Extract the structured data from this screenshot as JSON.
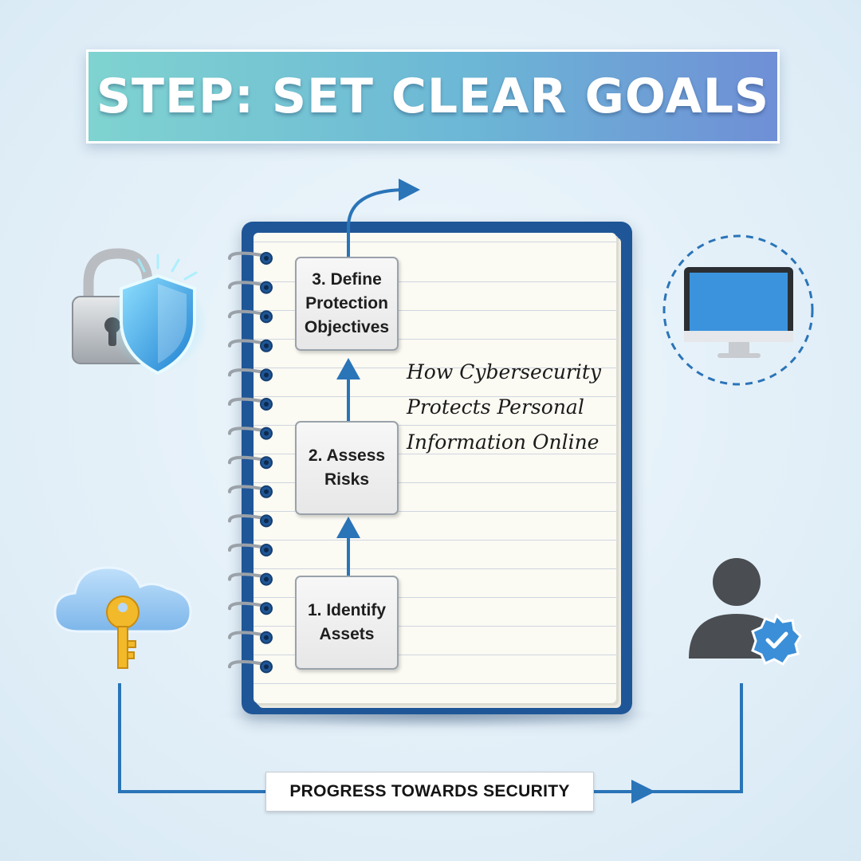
{
  "banner": {
    "title": "STEP: SET CLEAR GOALS"
  },
  "steps": [
    {
      "label": "3. Define\nProtection\nObjectives"
    },
    {
      "label": "2. Assess\nRisks"
    },
    {
      "label": "1. Identify\nAssets"
    }
  ],
  "note": {
    "text": "How Cybersecurity\nProtects Personal\nInformation Online"
  },
  "footer": {
    "label": "PROGRESS TOWARDS SECURITY"
  },
  "colors": {
    "accent": "#2a74b8",
    "cover": "#1f5697",
    "shield": "#3fa3e0"
  },
  "icons": [
    "padlock-shield-icon",
    "monitor-icon",
    "cloud-key-icon",
    "verified-user-icon"
  ]
}
